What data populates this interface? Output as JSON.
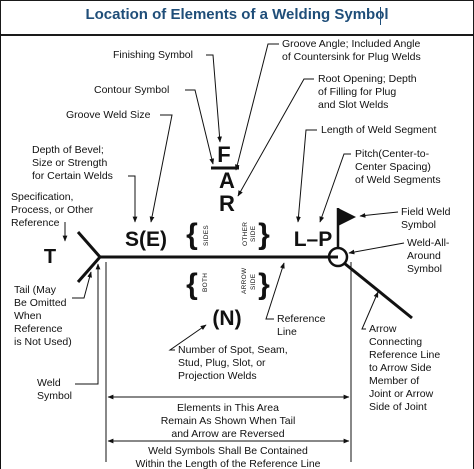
{
  "title": "Location of Elements of a Welding Symbol",
  "symbols": {
    "F": "F",
    "A": "A",
    "R": "R",
    "T": "T",
    "SE": "S(E)",
    "LP": "L–P",
    "N": "(N)",
    "sides": "SIDES",
    "other_side_1": "OTHER",
    "other_side_2": "SIDE",
    "both": "BOTH",
    "arrow_side_1": "ARROW",
    "arrow_side_2": "SIDE"
  },
  "labels": {
    "finishing_symbol": "Finishing Symbol",
    "contour_symbol": "Contour Symbol",
    "groove_weld_size": "Groove Weld Size",
    "depth_of_bevel": [
      "Depth of Bevel;",
      "Size or Strength",
      "for Certain Welds"
    ],
    "specification": [
      "Specification,",
      "Process, or Other",
      "Reference"
    ],
    "tail": [
      "Tail (May",
      "Be Omitted",
      "When",
      "Reference",
      "is Not Used)"
    ],
    "weld_symbol": [
      "Weld",
      "Symbol"
    ],
    "groove_angle": [
      "Groove Angle; Included Angle",
      "of Countersink for Plug Welds"
    ],
    "root_opening": [
      "Root Opening; Depth",
      "of Filling for Plug",
      "and Slot Welds"
    ],
    "length_of_segment": "Length of Weld Segment",
    "pitch": [
      "Pitch(Center-to-",
      "Center Spacing)",
      "of Weld Segments"
    ],
    "field_weld": [
      "Field Weld",
      "Symbol"
    ],
    "weld_all_around": [
      "Weld-All-",
      "Around",
      "Symbol"
    ],
    "arrow": [
      "Arrow",
      "Connecting",
      "Reference Line",
      "to Arrow Side",
      "Member of",
      "Joint or Arrow",
      "Side of Joint"
    ],
    "reference_line": [
      "Reference",
      "Line"
    ],
    "number_of_spot": [
      "Number of Spot, Seam,",
      "Stud, Plug, Slot, or",
      "Projection Welds"
    ],
    "elements_area": [
      "Elements in This Area",
      "Remain As Shown When Tail",
      "and Arrow are Reversed"
    ],
    "weld_symbols_contained": [
      "Weld Symbols Shall Be Contained",
      "Within the Length of the Reference Line"
    ]
  }
}
